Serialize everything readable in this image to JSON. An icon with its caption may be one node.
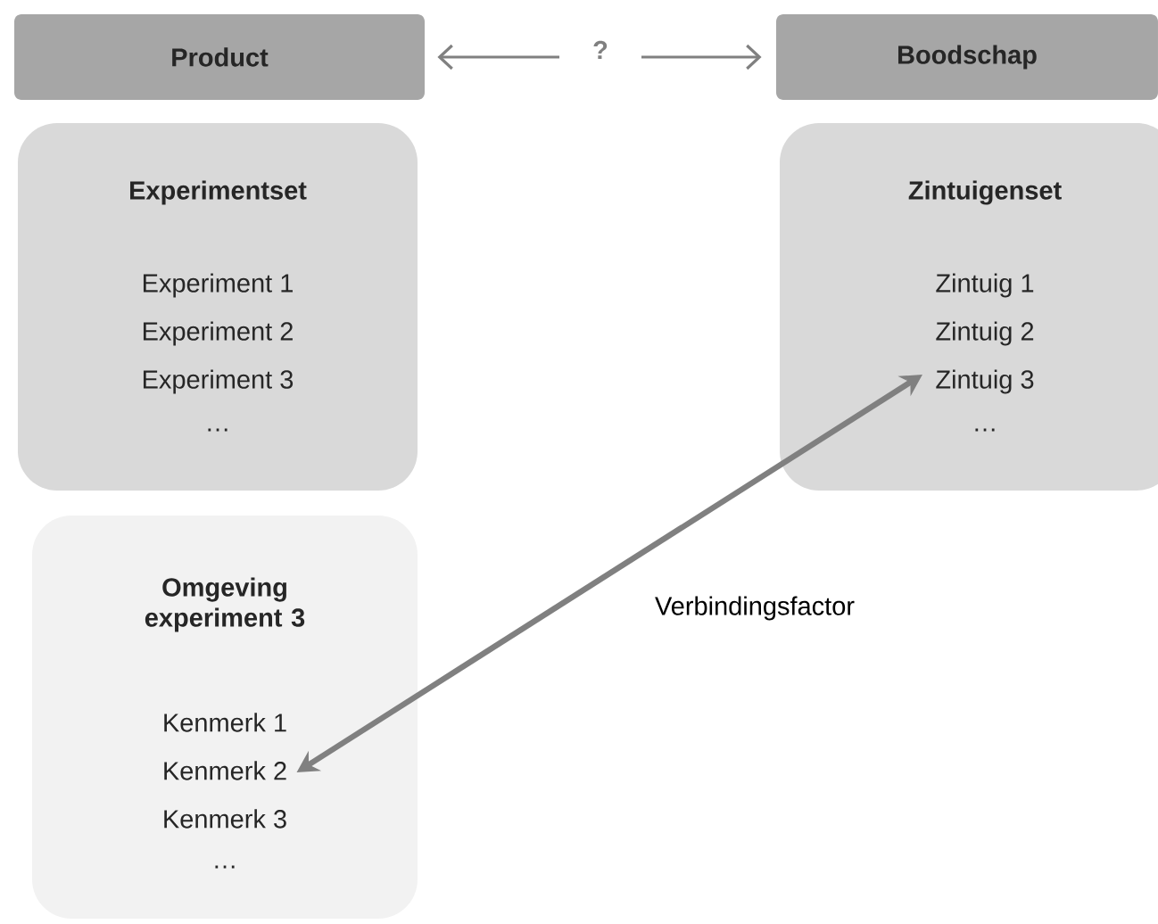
{
  "diagram": {
    "nodes": [
      {
        "text": [
          "Product"
        ]
      },
      {
        "text": [
          "Boodschap"
        ]
      },
      {
        "text": [
          "Experimentset",
          "Experiment 1",
          "Experiment 2",
          "Experiment 3",
          "…"
        ]
      },
      {
        "text": [
          "Zintuigenset",
          "Zintuig 1",
          "Zintuig 2",
          "Zintuig 3",
          "…"
        ]
      },
      {
        "text": [
          "Omgeving experiment 3",
          "Kenmerk 1",
          "Kenmerk 2",
          "Kenmerk 3",
          "…"
        ]
      }
    ],
    "edges": [
      {
        "from": 0,
        "to": 1,
        "arrow": "both",
        "label": "?"
      },
      {
        "from": 4,
        "to": 3,
        "arrow": "both",
        "label": "Verbindingsfactor",
        "style": "thick"
      }
    ]
  }
}
